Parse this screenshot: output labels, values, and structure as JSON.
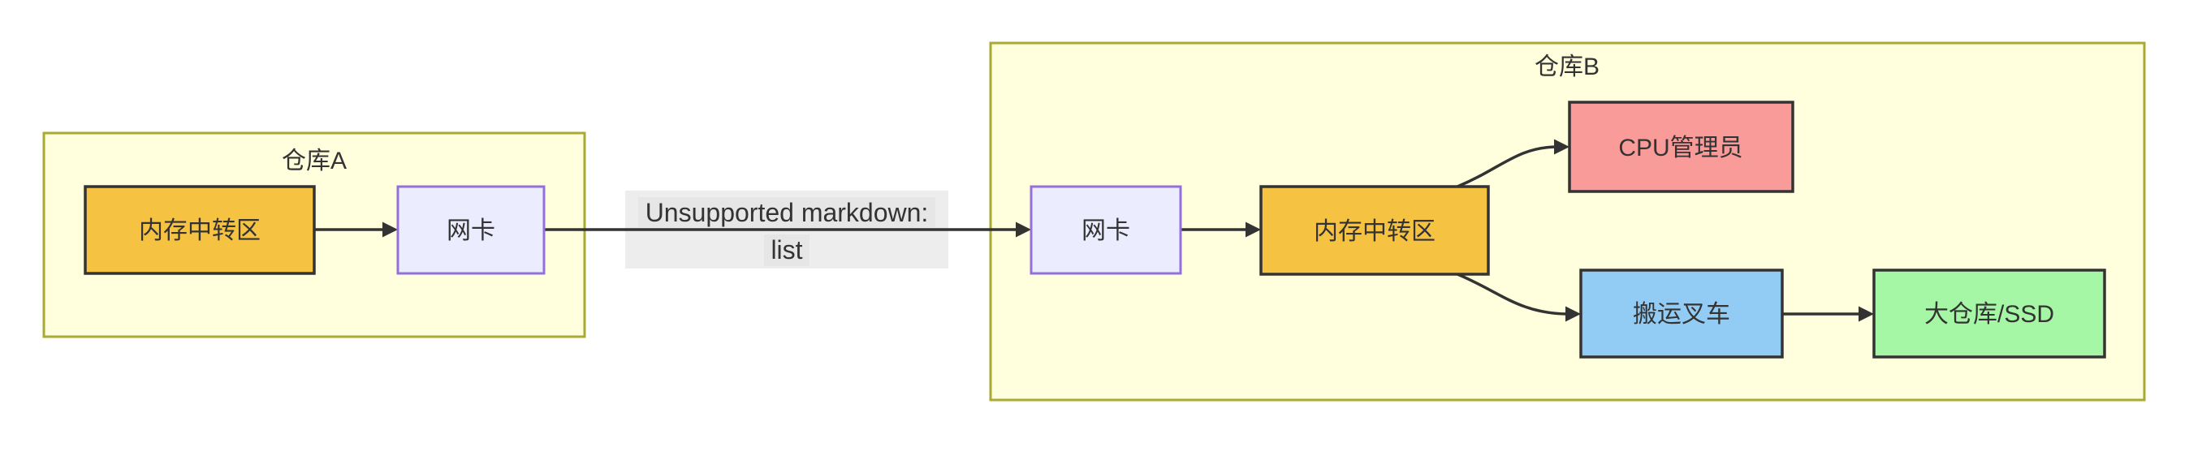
{
  "diagram": {
    "type": "flowchart-LR",
    "clusters": [
      {
        "id": "warehouse-a",
        "label": "仓库A",
        "nodes": [
          {
            "id": "a-memory",
            "label": "内存中转区",
            "fill": "#F5C242",
            "stroke": "#333333"
          },
          {
            "id": "a-nic",
            "label": "网卡",
            "fill": "#ECECFF",
            "stroke": "#9370DB"
          }
        ]
      },
      {
        "id": "warehouse-b",
        "label": "仓库B",
        "nodes": [
          {
            "id": "b-nic",
            "label": "网卡",
            "fill": "#ECECFF",
            "stroke": "#9370DB"
          },
          {
            "id": "b-memory",
            "label": "内存中转区",
            "fill": "#F5C242",
            "stroke": "#333333"
          },
          {
            "id": "b-cpu",
            "label": "CPU管理员",
            "fill": "#F99B99",
            "stroke": "#333333"
          },
          {
            "id": "b-forklift",
            "label": "搬运叉车",
            "fill": "#92CCF5",
            "stroke": "#333333"
          },
          {
            "id": "b-ssd",
            "label": "大仓库/SSD",
            "fill": "#A5F7A5",
            "stroke": "#333333"
          }
        ]
      }
    ],
    "edges": [
      {
        "from": "a-memory",
        "to": "a-nic"
      },
      {
        "from": "a-nic",
        "to": "b-nic",
        "label": [
          "Unsupported markdown:",
          "list"
        ]
      },
      {
        "from": "b-nic",
        "to": "b-memory"
      },
      {
        "from": "b-memory",
        "to": "b-cpu"
      },
      {
        "from": "b-memory",
        "to": "b-forklift"
      },
      {
        "from": "b-forklift",
        "to": "b-ssd"
      }
    ]
  },
  "colors": {
    "canvas_bg": "#FFFFFF",
    "cluster_fill": "#FFFFDE",
    "cluster_border": "#AAAA33",
    "node_orange": "#F5C242",
    "node_lavender_fill": "#ECECFF",
    "node_lavender_border": "#9370DB",
    "node_pink": "#F99B99",
    "node_blue": "#92CCF5",
    "node_green": "#A5F7A5",
    "node_border": "#333333",
    "edge_line": "#333333",
    "text": "#333333",
    "edge_label_bg": "#EDEDED",
    "edge_label_inner_bg": "#E6E6E6"
  }
}
